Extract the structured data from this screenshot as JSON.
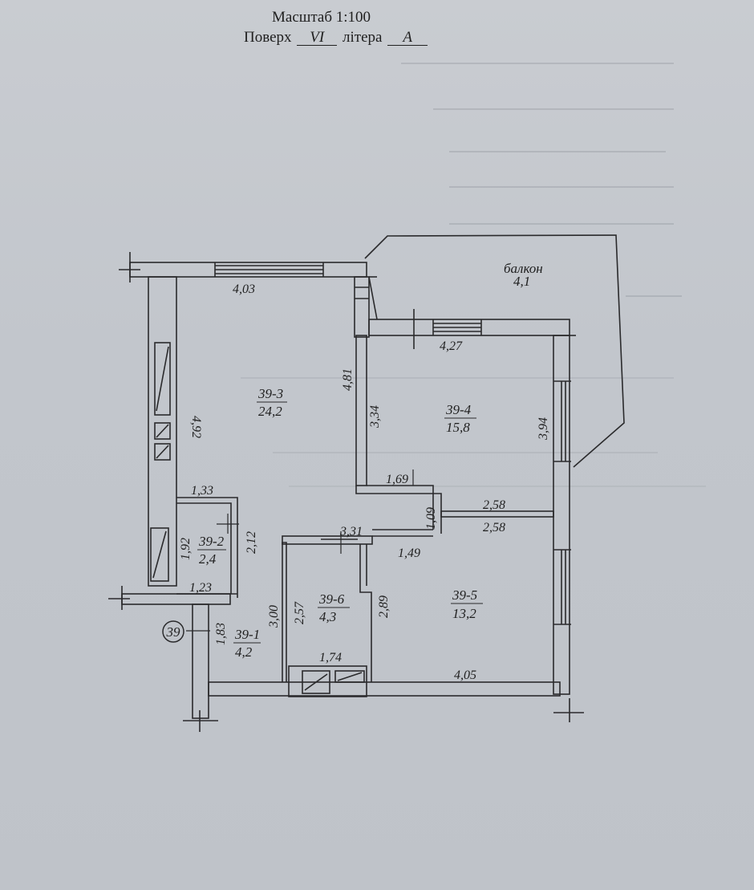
{
  "header": {
    "scale_line": "Масштаб 1:100",
    "floor_label": "Поверх",
    "floor_value": "VI",
    "letter_label": "літера",
    "letter_value": "А"
  },
  "plan": {
    "apartment_number": "39",
    "balcony": {
      "label": "балкон",
      "area": "4,1"
    },
    "rooms": [
      {
        "id": "39-1",
        "area": "4,2"
      },
      {
        "id": "39-2",
        "area": "2,4"
      },
      {
        "id": "39-3",
        "area": "24,2"
      },
      {
        "id": "39-4",
        "area": "15,8"
      },
      {
        "id": "39-5",
        "area": "13,2"
      },
      {
        "id": "39-6",
        "area": "4,3"
      }
    ],
    "dimensions": {
      "d_4_03": "4,03",
      "d_4_27": "4,27",
      "d_4_92": "4,92",
      "d_4_81": "4,81",
      "d_3_34": "3,34",
      "d_3_94": "3,94",
      "d_1_69": "1,69",
      "d_1_09": "1,09",
      "d_2_58_top": "2,58",
      "d_2_58_bottom": "2,58",
      "d_1_33": "1,33",
      "d_1_92": "1,92",
      "d_2_12": "2,12",
      "d_1_23": "1,23",
      "d_3_31": "3,31",
      "d_1_49": "1,49",
      "d_2_57": "2,57",
      "d_3_00": "3,00",
      "d_2_89": "2,89",
      "d_1_83": "1,83",
      "d_1_74": "1,74",
      "d_4_05": "4,05"
    }
  }
}
